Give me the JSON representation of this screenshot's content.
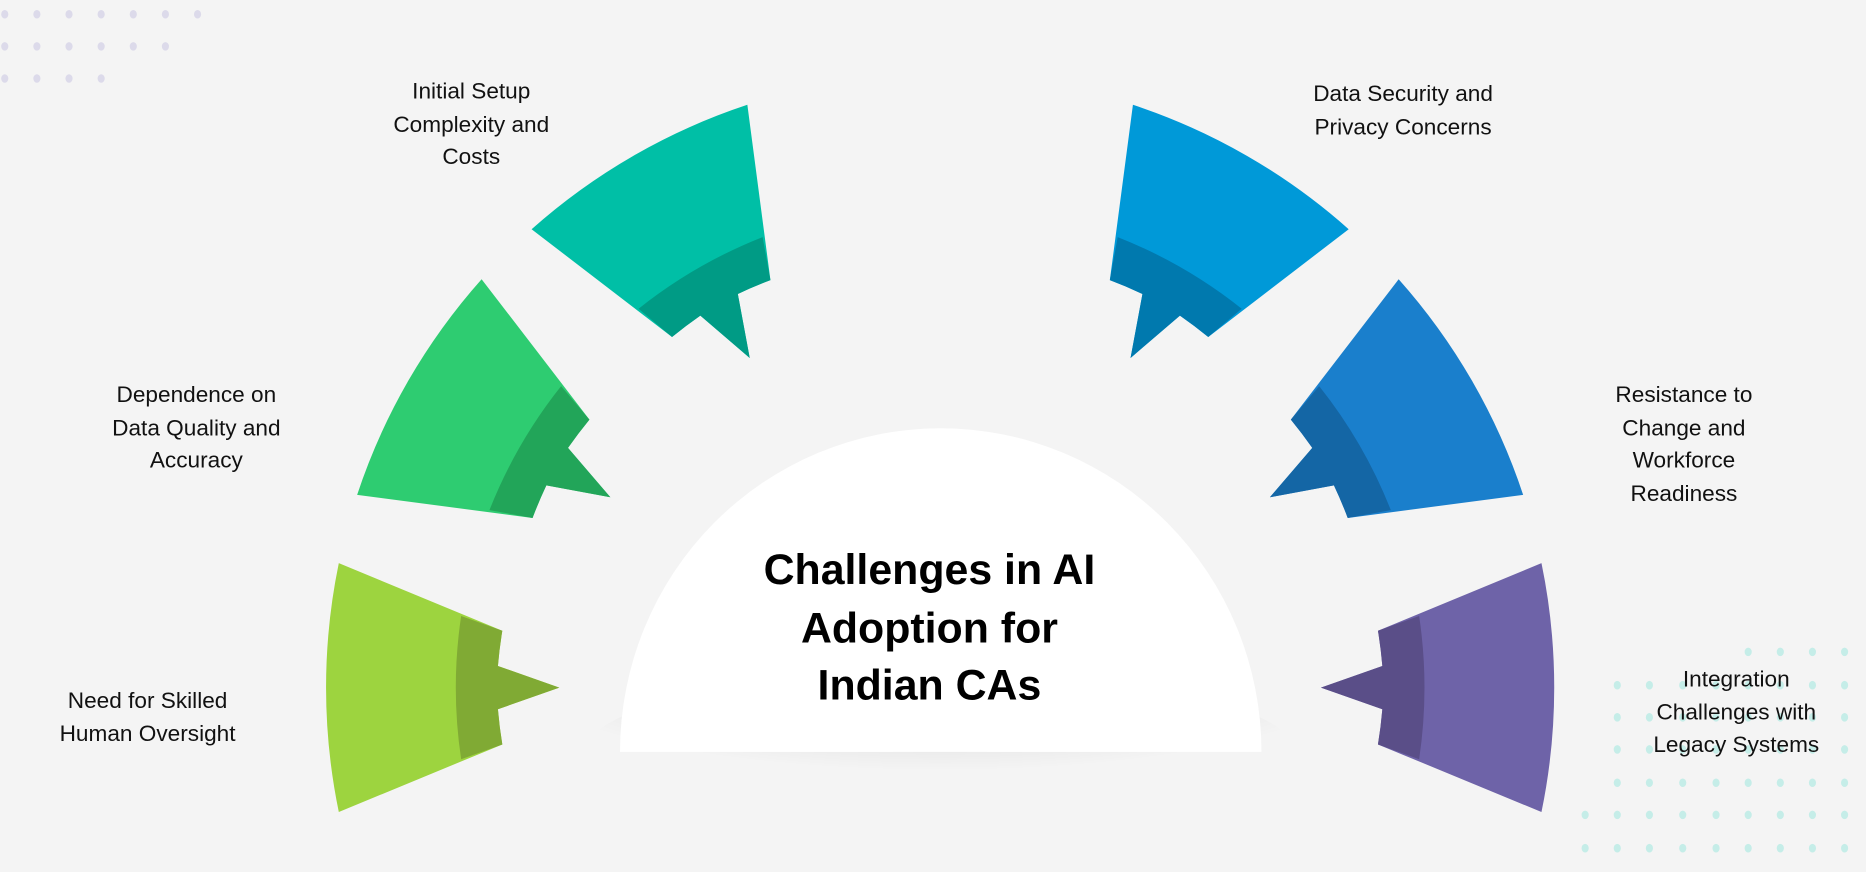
{
  "title": {
    "lines": [
      "Challenges in AI",
      "Adoption for",
      "Indian CAs"
    ]
  },
  "segments": [
    {
      "id": "need-skilled-oversight",
      "label_lines": [
        "Need for Skilled",
        "Human Oversight"
      ],
      "color": "#9DD43F",
      "dark": "#80AA34"
    },
    {
      "id": "data-quality",
      "label_lines": [
        "Dependence on",
        "Data Quality and",
        "Accuracy"
      ],
      "color": "#2ECC71",
      "dark": "#22A559"
    },
    {
      "id": "setup-costs",
      "label_lines": [
        "Initial Setup",
        "Complexity and",
        "Costs"
      ],
      "color": "#00BFA6",
      "dark": "#009B85"
    },
    {
      "id": "data-security",
      "label_lines": [
        "Data Security and",
        "Privacy Concerns"
      ],
      "color": "#0099D8",
      "dark": "#0079AE"
    },
    {
      "id": "resistance-change",
      "label_lines": [
        "Resistance to",
        "Change and",
        "Workforce",
        "Readiness"
      ],
      "color": "#1A7FCC",
      "dark": "#1466A5"
    },
    {
      "id": "legacy-integration",
      "label_lines": [
        "Integration",
        "Challenges with",
        "Legacy Systems"
      ],
      "color": "#6E63A8",
      "dark": "#5A4E88"
    }
  ],
  "colors": {
    "background": "#F4F4F4",
    "dots_top": "#DCDAEA",
    "dots_bottom": "#C5EDE8",
    "hub": "#FFFFFF"
  }
}
